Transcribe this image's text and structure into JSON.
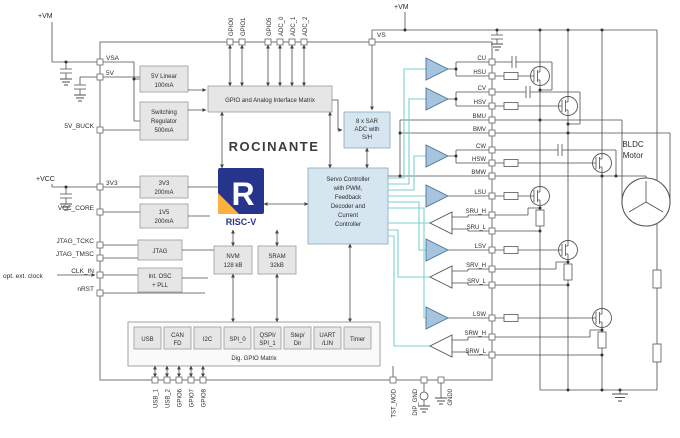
{
  "chip": {
    "name": "ROCINANTE"
  },
  "logo": {
    "glyph": "R",
    "wordmark": "RISC-V"
  },
  "power": {
    "vm_left": "+VM",
    "vm_right": "+VM",
    "vcc": "+VCC"
  },
  "notes": {
    "ext_clock": "opt. ext. clock"
  },
  "pins": {
    "left": [
      "VSA",
      "5V",
      "5V_BUCK",
      "3V3",
      "VCC_CORE",
      "JTAG_TCKC",
      "JTAG_TMSC",
      "CLK_IN",
      "nRST"
    ],
    "top": [
      "GPIO0",
      "GPIO1",
      "GPIO5",
      "ADC_0",
      "ADC_1",
      "ADC_2"
    ],
    "vs": "VS",
    "right": [
      "CU",
      "HSU",
      "CV",
      "HSV",
      "BMU",
      "BMV",
      "CW",
      "HSW",
      "BMW",
      "LSU",
      "SRU_H",
      "SRU_L",
      "LSV",
      "SRV_H",
      "SRV_L",
      "LSW",
      "SRW_H",
      "SRW_L"
    ],
    "bottom": [
      "USB_1",
      "USB_2",
      "GPIO6",
      "GPIO7",
      "GPIO8"
    ],
    "bottom_right": [
      "TST_MOD",
      "DIP_GND",
      "GND0"
    ]
  },
  "blocks": {
    "reg_5v": [
      "5V Linear",
      "100mA"
    ],
    "reg_switching": [
      "Switching",
      "Regulator",
      "500mA"
    ],
    "reg_3v3": [
      "3V3",
      "200mA"
    ],
    "reg_1v5": [
      "1V5",
      "200mA"
    ],
    "jtag": [
      "JTAG"
    ],
    "int_osc": [
      "Int. OSC",
      "+ PLL"
    ],
    "gpio_matrix": [
      "GPIO and Analog Interface Matrix"
    ],
    "sar_adc": [
      "8 x SAR",
      "ADC with",
      "S/H"
    ],
    "servo": [
      "Servo Controller",
      "with PWM,",
      "Feedback",
      "Decoder and",
      "Current",
      "Controller"
    ],
    "nvm": [
      "NVM",
      "128 kB"
    ],
    "sram": [
      "SRAM",
      "32kB"
    ]
  },
  "dig_gpio": {
    "label": "Dig. GPIO Matrix",
    "cells": [
      [
        "USB"
      ],
      [
        "CAN",
        "FD"
      ],
      [
        "I2C"
      ],
      [
        "SPI_0"
      ],
      [
        "QSPI/",
        "SPI_1"
      ],
      [
        "Step/",
        "Dir"
      ],
      [
        "UART",
        "/LIN"
      ],
      [
        "Timer"
      ]
    ]
  },
  "motor": {
    "line1": "BLDC",
    "line2": "Motor"
  },
  "colors": {
    "teal": "#7ccfcf",
    "block_blue": "#d6e6f0",
    "block_gray": "#e6e6e6",
    "logo_blue": "#27348b",
    "logo_yellow": "#fbb040"
  }
}
